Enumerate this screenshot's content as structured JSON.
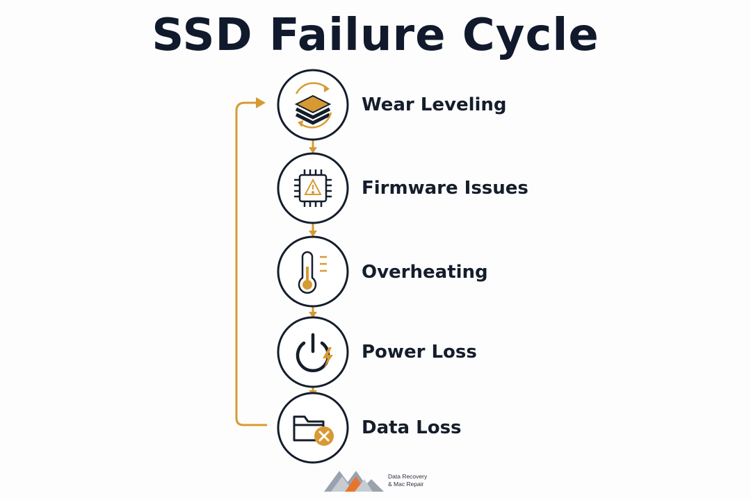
{
  "title": "SSD Failure Cycle",
  "steps": [
    {
      "label": "Wear Leveling",
      "icon": "stacked-layers-cycle-icon"
    },
    {
      "label": "Firmware Issues",
      "icon": "chip-warning-icon"
    },
    {
      "label": "Overheating",
      "icon": "thermometer-icon"
    },
    {
      "label": "Power Loss",
      "icon": "power-lightning-icon"
    },
    {
      "label": "Data Loss",
      "icon": "folder-x-icon"
    }
  ],
  "colors": {
    "accent": "#d79a33",
    "dark": "#141d2b",
    "logo_gray": "#9aa3ad",
    "logo_orange": "#e8742c"
  },
  "logo": {
    "line1": "Data Recovery",
    "line2": "& Mac Repair"
  }
}
